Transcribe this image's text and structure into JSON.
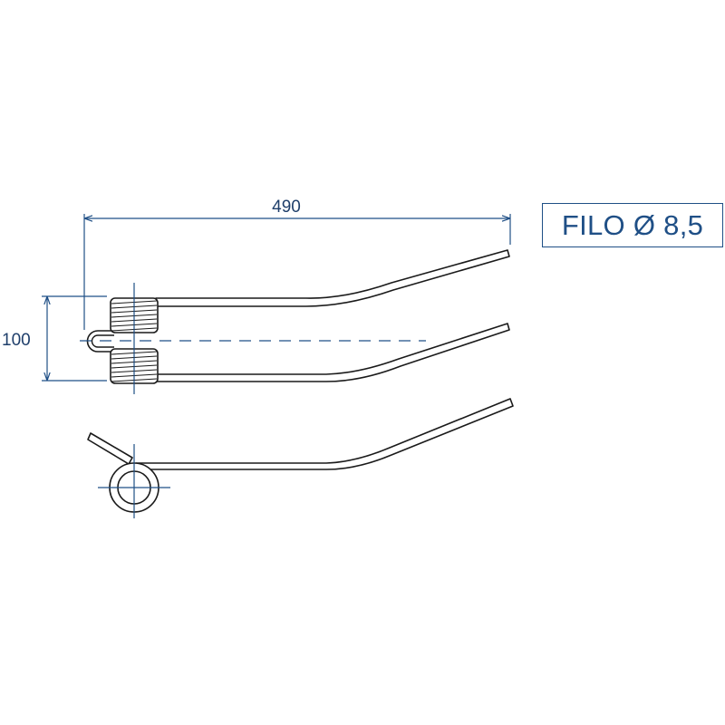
{
  "dimensions": {
    "length": "490",
    "height": "100"
  },
  "spec_label": "FILO Ø 8,5",
  "colors": {
    "outline": "#1a1a1a",
    "dimension": "#1f4f86",
    "fill": "#ffffff"
  }
}
